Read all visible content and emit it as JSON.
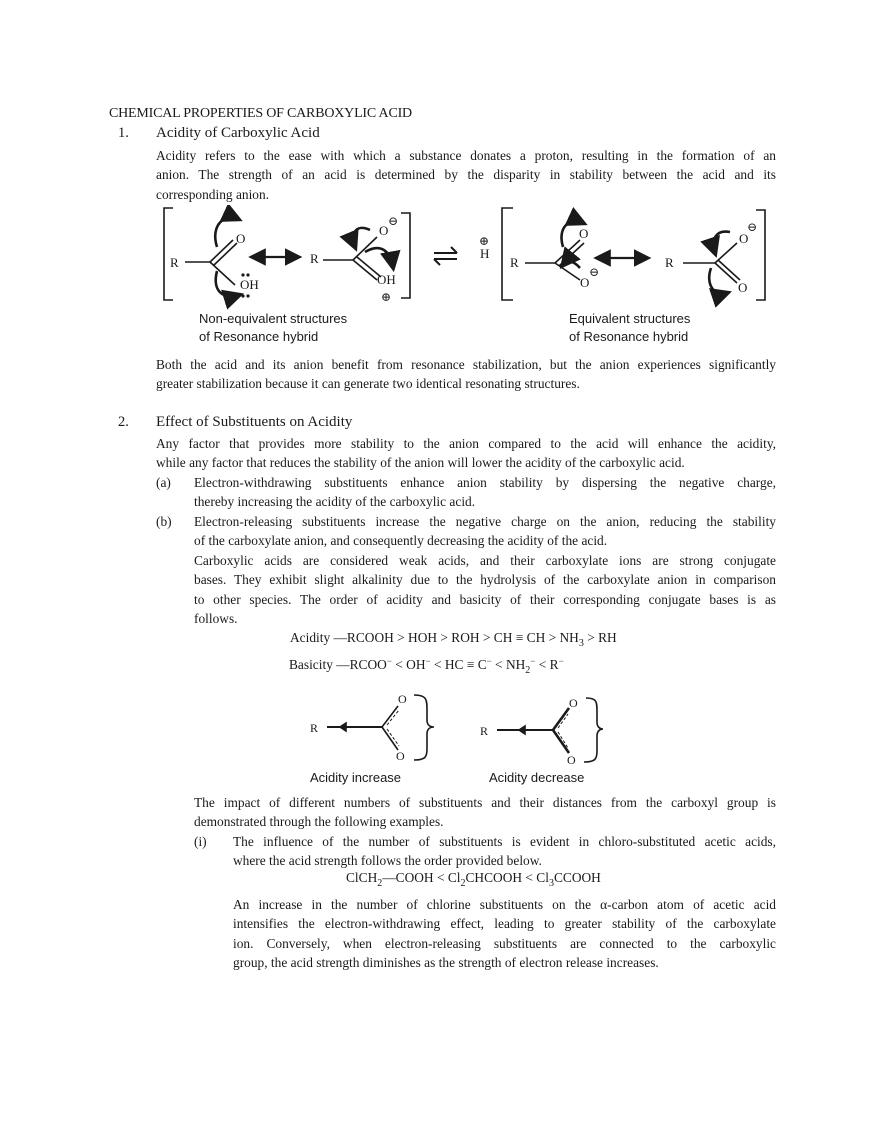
{
  "document": {
    "title": "CHEMICAL PROPERTIES OF CARBOXYLIC ACID"
  },
  "section1": {
    "number": "1.",
    "heading": "Acidity of Carboxylic Acid",
    "intro_lines": [
      "Acidity refers to the ease with which a substance donates a proton, resulting in the formation of an",
      "anion. The strength of an acid is determined by the disparity in stability between the acid and its",
      "corresponding anion."
    ],
    "figure": {
      "left_caption_line1": "Non-equivalent structures",
      "left_caption_line2": "of Resonance hybrid",
      "right_caption_line1": "Equivalent structures",
      "right_caption_line2": "of Resonance hybrid",
      "atom_R": "R",
      "atom_O": "O",
      "atom_OH": "OH",
      "atom_H": "H",
      "plus_symbol": "⊕",
      "minus_symbol": "⊖"
    },
    "summary_lines": [
      "Both the acid and its anion benefit from resonance stabilization, but the anion experiences significantly",
      "greater stabilization because it can generate two identical resonating structures."
    ]
  },
  "section2": {
    "number": "2.",
    "heading": "Effect of Substituents on Acidity",
    "intro_lines": [
      "Any factor that provides more stability to the anion compared to the acid will enhance the acidity,",
      "while any factor that reduces the stability of the anion will lower the acidity of the carboxylic acid."
    ],
    "items": [
      {
        "label": "(a)",
        "lines": [
          "Electron-withdrawing substituents enhance anion stability by dispersing the negative charge,",
          "thereby increasing the acidity of the carboxylic acid."
        ]
      },
      {
        "label": "(b)",
        "lines": [
          "Electron-releasing substituents increase the negative charge on the anion, reducing the stability",
          "of the carboxylate anion, and consequently decreasing the acidity of the acid."
        ]
      }
    ],
    "weak_acid_lines": [
      "Carboxylic acids are considered weak acids, and their carboxylate ions are strong conjugate",
      "bases. They exhibit slight alkalinity due to the hydrolysis of the carboxylate anion in comparison",
      "to other species. The order of acidity and basicity of their corresponding conjugate bases is as",
      "follows."
    ],
    "acidity_order": {
      "label": "Acidity ––",
      "parts": [
        "RCOOH",
        " > HOH > ROH > CH ≡ CH > NH",
        "3",
        " > RH"
      ]
    },
    "basicity_order": {
      "label": "Basicity ––",
      "parts": [
        "RCOO",
        "−",
        " < OH",
        "−",
        " < HC ≡ C",
        "−",
        " < NH",
        "2",
        "−",
        " < R",
        "−"
      ]
    },
    "inductive_figure": {
      "left_caption": "Acidity increase",
      "right_caption": "Acidity decrease"
    },
    "impact_lines": [
      "The impact of different numbers of substituents and their distances from the carboxyl group is",
      "demonstrated through the following examples."
    ],
    "example_i": {
      "label": "(i)",
      "lines": [
        "The influence of the number of substituents is evident in chloro-substituted acetic acids,",
        "where the acid strength follows the order provided below."
      ],
      "order": {
        "p1": "ClCH",
        "s1": "2",
        "p2": "––COOH < Cl",
        "s2": "2",
        "p3": "CHCOOH < Cl",
        "s3": "3",
        "p4": "CCOOH"
      },
      "explanation_lines": [
        "An increase in the number of chlorine substituents on the α-carbon atom of acetic acid",
        "intensifies the electron-withdrawing effect, leading to greater stability of the carboxylate",
        "ion. Conversely, when electron-releasing substituents are connected to the carboxylic",
        "group, the acid strength diminishes as the strength of electron release increases."
      ]
    }
  }
}
